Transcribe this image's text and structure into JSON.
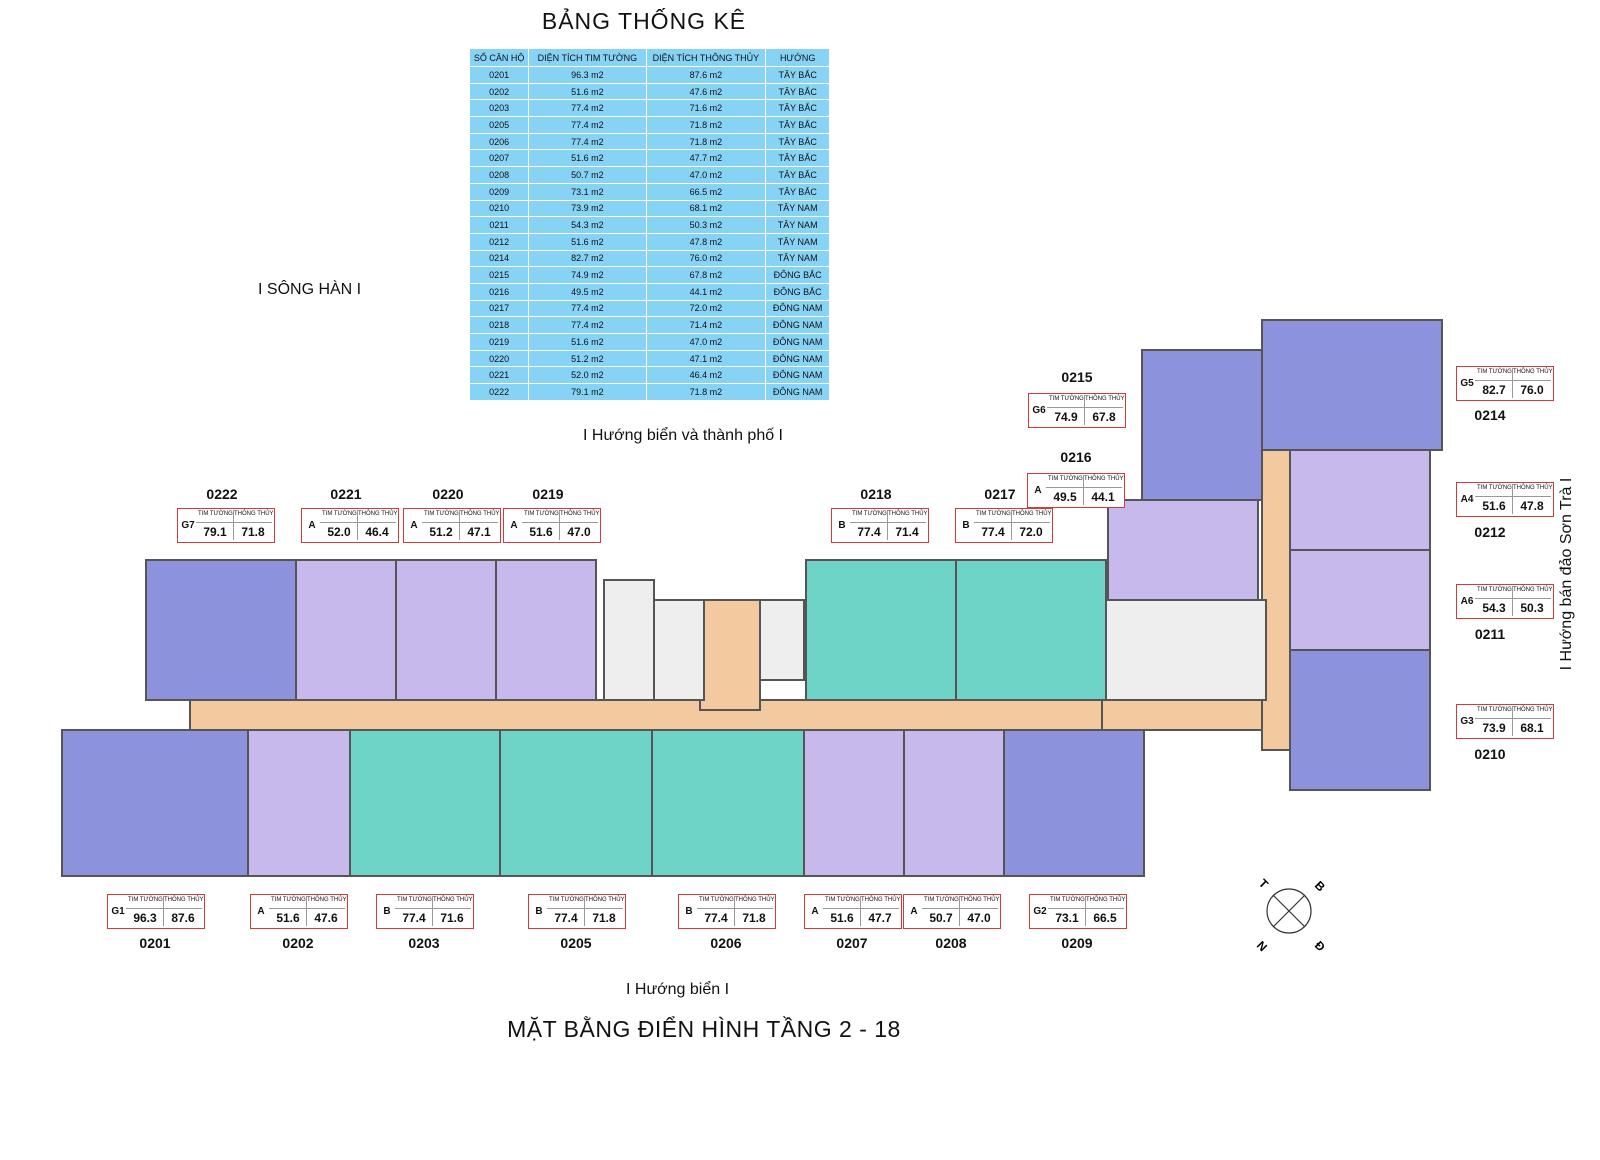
{
  "table": {
    "title": "BẢNG THỐNG KÊ",
    "headers": [
      "SỐ CĂN HỘ",
      "DIỆN TÍCH TIM TƯỜNG",
      "DIỆN TÍCH THÔNG THỦY",
      "HƯỚNG"
    ],
    "rows": [
      [
        "0201",
        "96.3 m2",
        "87.6 m2",
        "TÂY BẮC"
      ],
      [
        "0202",
        "51.6 m2",
        "47.6 m2",
        "TÂY BẮC"
      ],
      [
        "0203",
        "77.4 m2",
        "71.6 m2",
        "TÂY BẮC"
      ],
      [
        "0205",
        "77.4 m2",
        "71.8 m2",
        "TÂY BẮC"
      ],
      [
        "0206",
        "77.4 m2",
        "71.8 m2",
        "TÂY BẮC"
      ],
      [
        "0207",
        "51.6 m2",
        "47.7 m2",
        "TÂY BẮC"
      ],
      [
        "0208",
        "50.7 m2",
        "47.0 m2",
        "TÂY BẮC"
      ],
      [
        "0209",
        "73.1 m2",
        "66.5 m2",
        "TÂY BẮC"
      ],
      [
        "0210",
        "73.9 m2",
        "68.1 m2",
        "TÂY NAM"
      ],
      [
        "0211",
        "54.3 m2",
        "50.3 m2",
        "TÂY NAM"
      ],
      [
        "0212",
        "51.6 m2",
        "47.8 m2",
        "TÂY NAM"
      ],
      [
        "0214",
        "82.7 m2",
        "76.0 m2",
        "TÂY NAM"
      ],
      [
        "0215",
        "74.9 m2",
        "67.8 m2",
        "ĐÔNG BẮC"
      ],
      [
        "0216",
        "49.5 m2",
        "44.1 m2",
        "ĐÔNG BẮC"
      ],
      [
        "0217",
        "77.4 m2",
        "72.0 m2",
        "ĐÔNG NAM"
      ],
      [
        "0218",
        "77.4 m2",
        "71.4 m2",
        "ĐÔNG NAM"
      ],
      [
        "0219",
        "51.6 m2",
        "47.0 m2",
        "ĐÔNG NAM"
      ],
      [
        "0220",
        "51.2 m2",
        "47.1 m2",
        "ĐÔNG NAM"
      ],
      [
        "0221",
        "52.0 m2",
        "46.4 m2",
        "ĐÔNG NAM"
      ],
      [
        "0222",
        "79.1 m2",
        "71.8 m2",
        "ĐÔNG NAM"
      ]
    ]
  },
  "notes": {
    "song_han": "I SÔNG HÀN I",
    "sea_city": "I Hướng biển và thành phố I",
    "sea": "I Hướng biển I",
    "son_tra": "I Hướng bán đảo Sơn Trà I"
  },
  "plan_title": "MẶT BẰNG ĐIỂN HÌNH TẦNG 2 - 18",
  "tag_headers": {
    "tim_tuong": "TIM TƯỜNG",
    "thong_thuy": "THÔNG THỦY"
  },
  "units": [
    {
      "id": "0222",
      "type": "G7",
      "tim": "79.1",
      "thong": "71.8"
    },
    {
      "id": "0221",
      "type": "A",
      "tim": "52.0",
      "thong": "46.4"
    },
    {
      "id": "0220",
      "type": "A",
      "tim": "51.2",
      "thong": "47.1"
    },
    {
      "id": "0219",
      "type": "A",
      "tim": "51.6",
      "thong": "47.0"
    },
    {
      "id": "0218",
      "type": "B",
      "tim": "77.4",
      "thong": "71.4"
    },
    {
      "id": "0217",
      "type": "B",
      "tim": "77.4",
      "thong": "72.0"
    },
    {
      "id": "0216",
      "type": "A",
      "tim": "49.5",
      "thong": "44.1"
    },
    {
      "id": "0215",
      "type": "G6",
      "tim": "74.9",
      "thong": "67.8"
    },
    {
      "id": "0214",
      "type": "G5",
      "tim": "82.7",
      "thong": "76.0"
    },
    {
      "id": "0212",
      "type": "A4",
      "tim": "51.6",
      "thong": "47.8"
    },
    {
      "id": "0211",
      "type": "A6",
      "tim": "54.3",
      "thong": "50.3"
    },
    {
      "id": "0210",
      "type": "G3",
      "tim": "73.9",
      "thong": "68.1"
    },
    {
      "id": "0201",
      "type": "G1",
      "tim": "96.3",
      "thong": "87.6"
    },
    {
      "id": "0202",
      "type": "A",
      "tim": "51.6",
      "thong": "47.6"
    },
    {
      "id": "0203",
      "type": "B",
      "tim": "77.4",
      "thong": "71.6"
    },
    {
      "id": "0205",
      "type": "B",
      "tim": "77.4",
      "thong": "71.8"
    },
    {
      "id": "0206",
      "type": "B",
      "tim": "77.4",
      "thong": "71.8"
    },
    {
      "id": "0207",
      "type": "A",
      "tim": "51.6",
      "thong": "47.7"
    },
    {
      "id": "0208",
      "type": "A",
      "tim": "50.7",
      "thong": "47.0"
    },
    {
      "id": "0209",
      "type": "G2",
      "tim": "73.1",
      "thong": "66.5"
    }
  ],
  "compass": {
    "n1": "T",
    "n2": "B",
    "n3": "N",
    "n4": "Đ"
  },
  "colors": {
    "table_bg": "#86d3f5",
    "corridor": "#f3c9a0",
    "type_a": "#c8b9ec",
    "type_b": "#6fd4c8",
    "type_g": "#8c93dc",
    "service": "#eeeeee",
    "tag_border": "#d43a3a"
  }
}
